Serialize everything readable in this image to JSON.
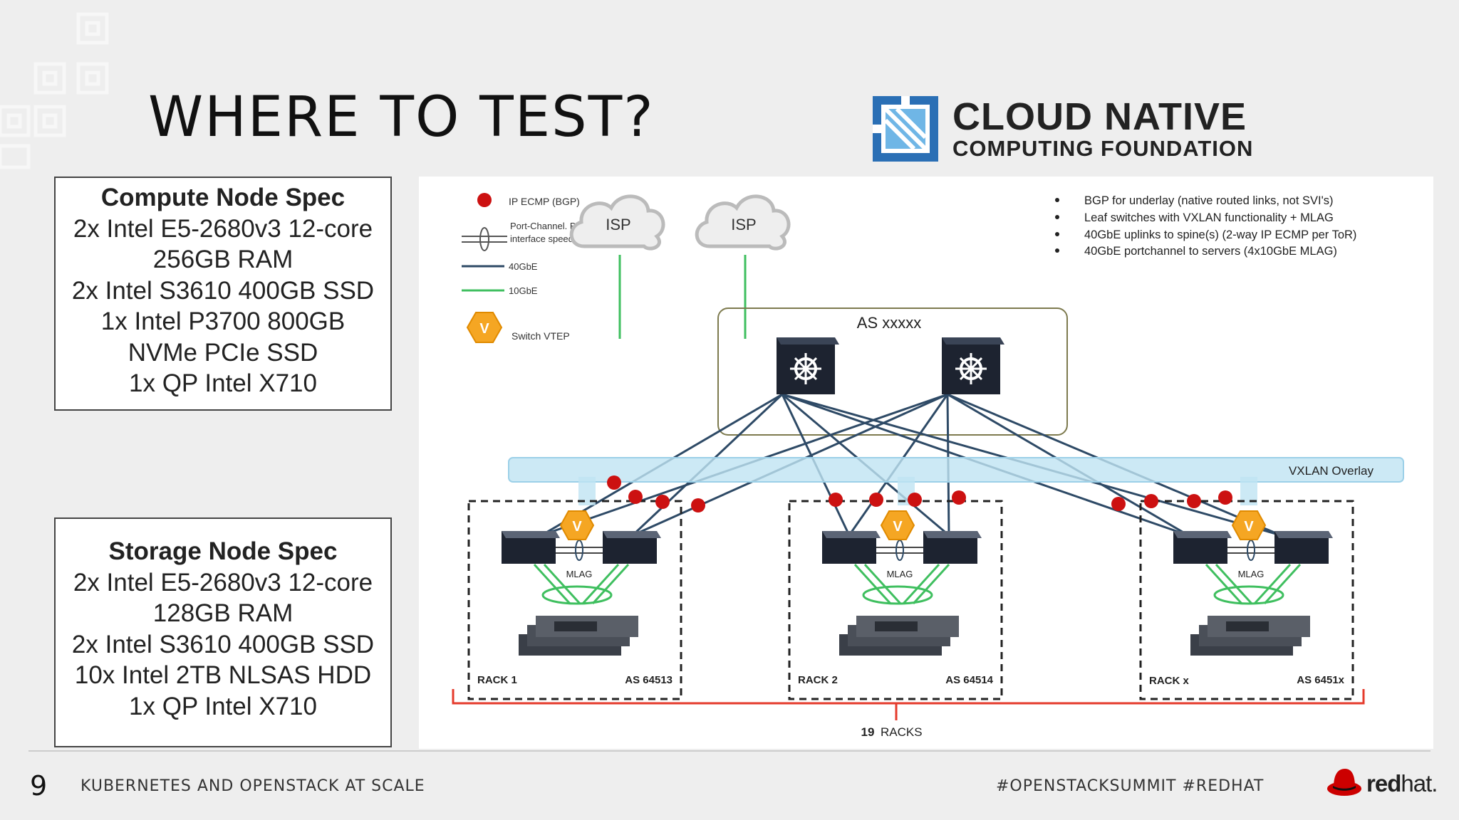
{
  "slide": {
    "title": "WHERE TO TEST?",
    "page_number": "9",
    "footer_left": "KUBERNETES AND OPENSTACK AT SCALE",
    "footer_right": "#OPENSTACKSUMMIT #REDHAT"
  },
  "logos": {
    "cncf_line1": "CLOUD NATIVE",
    "cncf_line2": "COMPUTING FOUNDATION",
    "redhat_bold": "red",
    "redhat_light": "hat."
  },
  "compute_spec": {
    "title": "Compute Node Spec",
    "lines": [
      "2x Intel E5-2680v3 12-core",
      "256GB RAM",
      "2x Intel S3610 400GB SSD",
      "1x Intel P3700 800GB",
      "NVMe PCIe SSD",
      "1x QP Intel X710"
    ]
  },
  "storage_spec": {
    "title": "Storage Node Spec",
    "lines": [
      "2x Intel E5-2680v3 12-core",
      "128GB RAM",
      "2x Intel S3610 400GB SSD",
      "10x Intel 2TB NLSAS HDD",
      "1x QP Intel X710"
    ]
  },
  "diagram": {
    "legend": {
      "ecmp": "IP ECMP (BGP)",
      "portchannel_1": "Port-Channel.  Bandwidth =",
      "portchannel_2": "interface speed x number of links",
      "line_40g": "40GbE",
      "line_10g": "10GbE",
      "vtep": "Switch VTEP",
      "vtep_glyph": "V"
    },
    "notes": [
      "BGP for underlay (native routed links, not SVI's)",
      "Leaf switches with VXLAN functionality + MLAG",
      "40GbE uplinks to spine(s) (2-way IP ECMP per ToR)",
      "40GbE portchannel to servers (4x10GbE MLAG)"
    ],
    "isp_label": "ISP",
    "as_label": "AS xxxxx",
    "overlay_label": "VXLAN Overlay",
    "mlag_label": "MLAG",
    "racks": [
      {
        "name": "RACK 1",
        "as": "AS 64513"
      },
      {
        "name": "RACK 2",
        "as": "AS 64514"
      },
      {
        "name": "RACK x",
        "as": "AS 6451x"
      }
    ],
    "total_count": "19",
    "total_label": "RACKS",
    "colors": {
      "link_40g": "#2e4a66",
      "link_10g": "#3fbf5f",
      "ecmp_dot": "#cc1111",
      "vtep": "#f5a623",
      "overlay": "#bfe3f2",
      "brace": "#e53b2c"
    }
  }
}
